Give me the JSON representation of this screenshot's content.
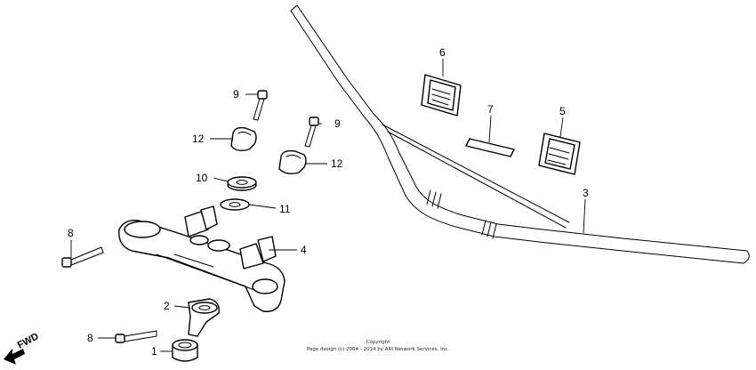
{
  "callouts": {
    "c1": "1",
    "c2": "2",
    "c3": "3",
    "c4": "4",
    "c5": "5",
    "c6": "6",
    "c7": "7",
    "c8a": "8",
    "c8b": "8",
    "c9a": "9",
    "c9b": "9",
    "c10": "10",
    "c11": "11",
    "c12a": "12",
    "c12b": "12"
  },
  "direction_label": "FWD",
  "footer": {
    "line1": "Copyright",
    "line2": "Page design (c) 2004 - 2014 by ARI Network Services, Inc."
  }
}
